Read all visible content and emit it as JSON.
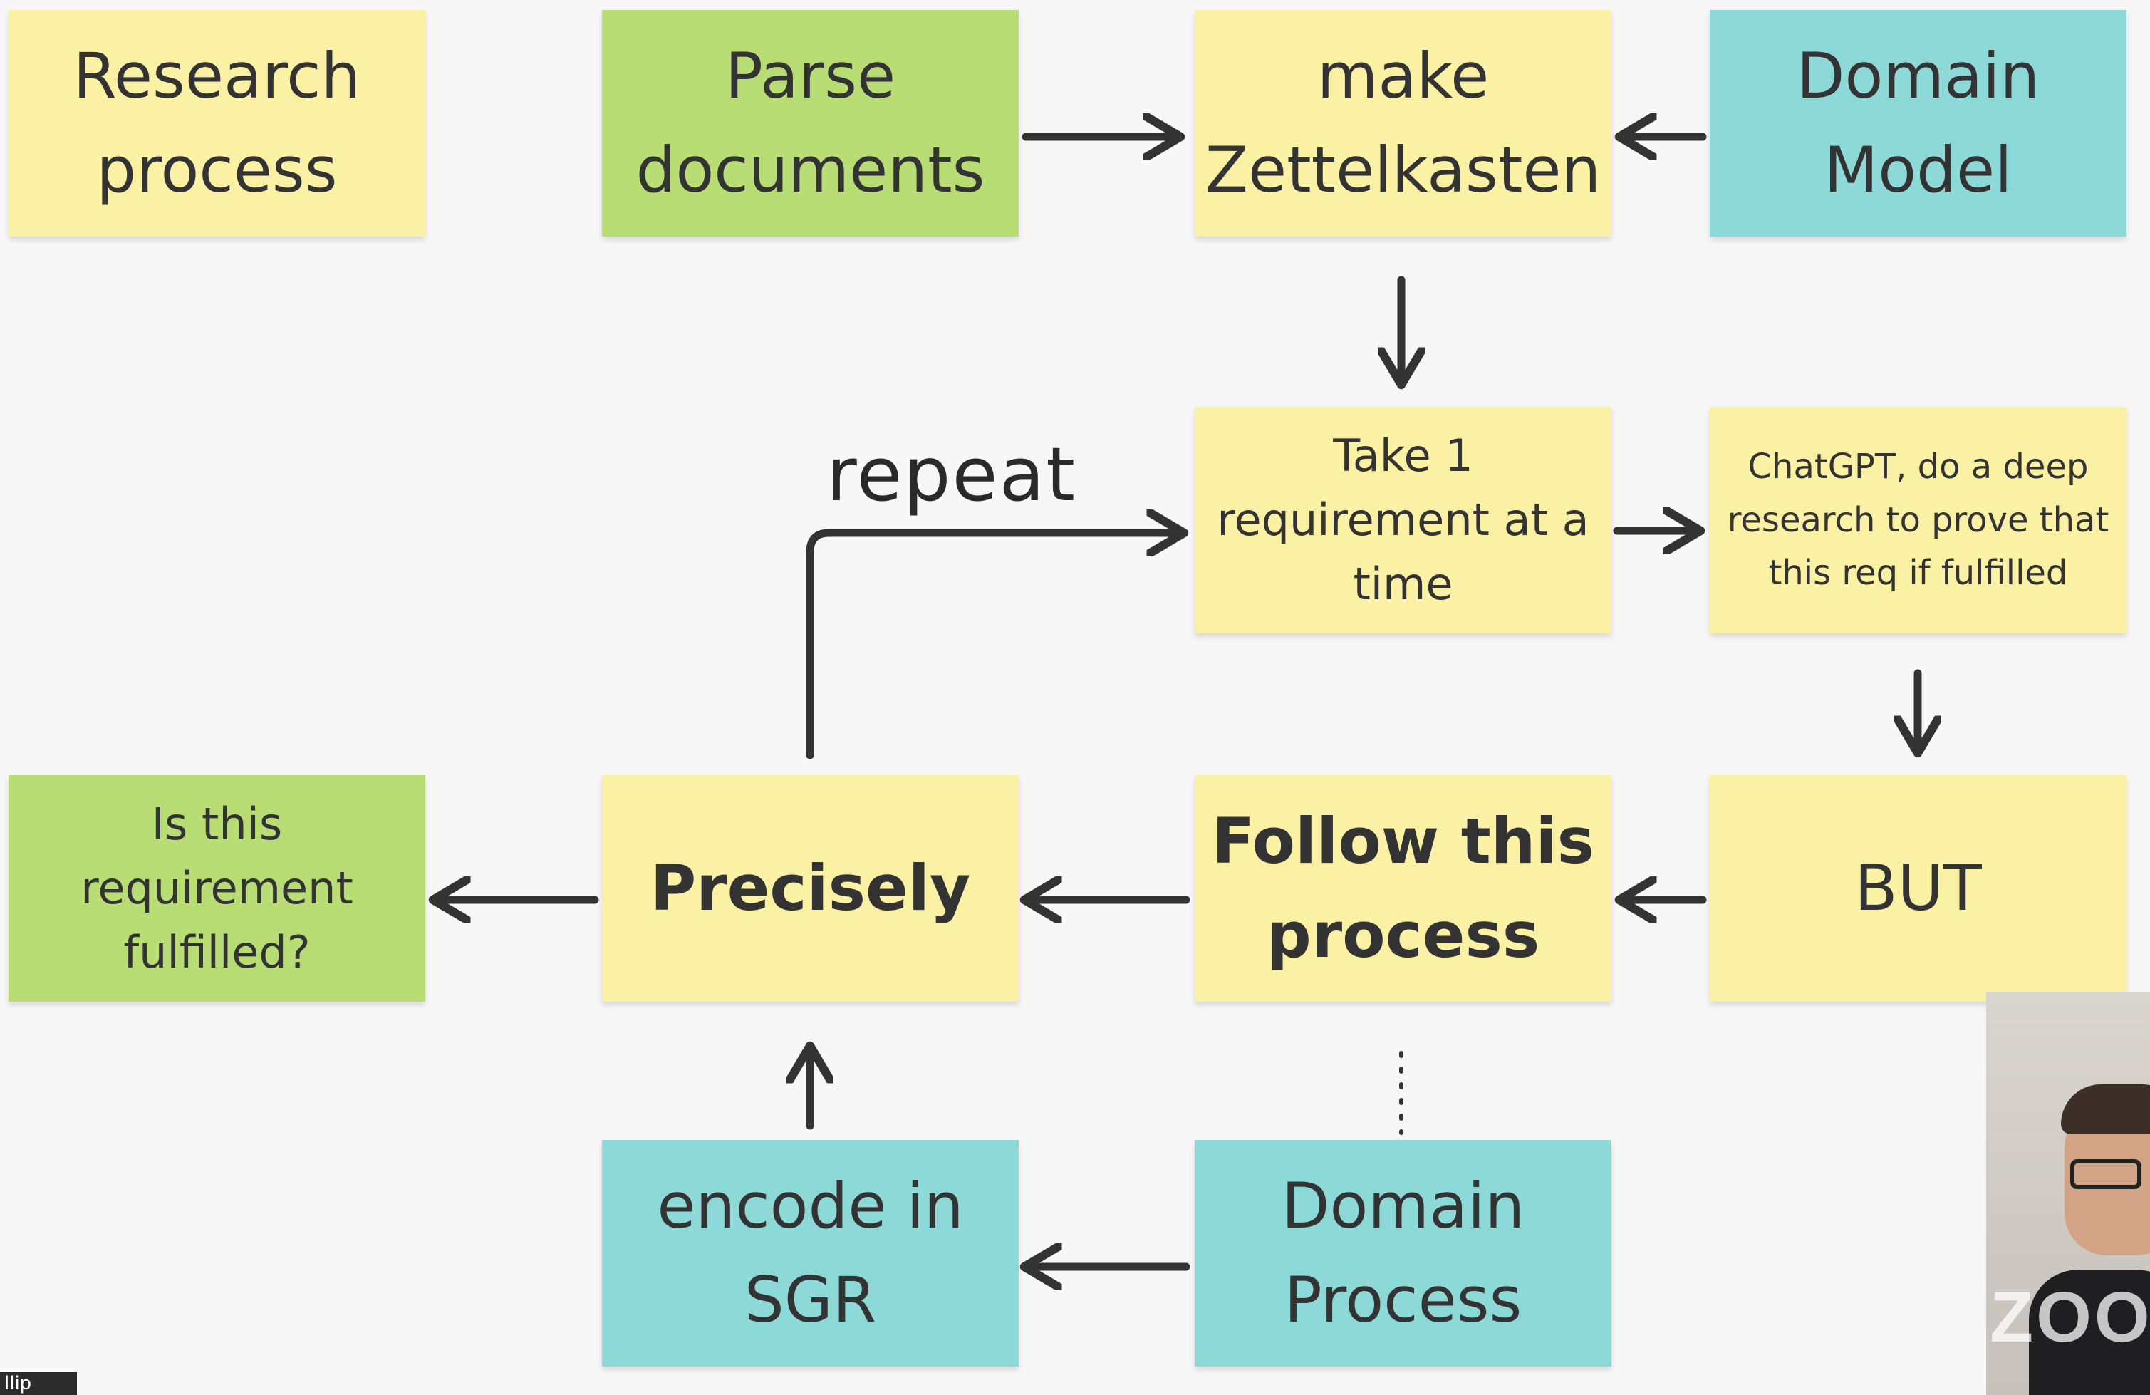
{
  "notes": {
    "research_process": "Research\nprocess",
    "parse_documents": "Parse\ndocuments",
    "make_zettelkasten": "make\nZettelkasten",
    "domain_model": "Domain\nModel",
    "take_requirement": "Take 1\nrequirement at a\ntime",
    "chatgpt_research": "ChatGPT, do a deep\nresearch to prove that\nthis req if fulfilled",
    "is_fulfilled": "Is this\nrequirement\nfulfilled?",
    "precisely": "Precisely",
    "follow_process": "Follow this\nprocess",
    "but": "BUT",
    "encode_sgr": "encode in\nSGR",
    "domain_process": "Domain\nProcess"
  },
  "labels": {
    "repeat": "repeat"
  },
  "video_overlay": {
    "watermark": "ZOO",
    "name_tag": "llip"
  },
  "colors": {
    "yellow": "#faf1a4",
    "green": "#b8dd74",
    "teal": "#8dd9d7",
    "arrow": "#333333"
  }
}
